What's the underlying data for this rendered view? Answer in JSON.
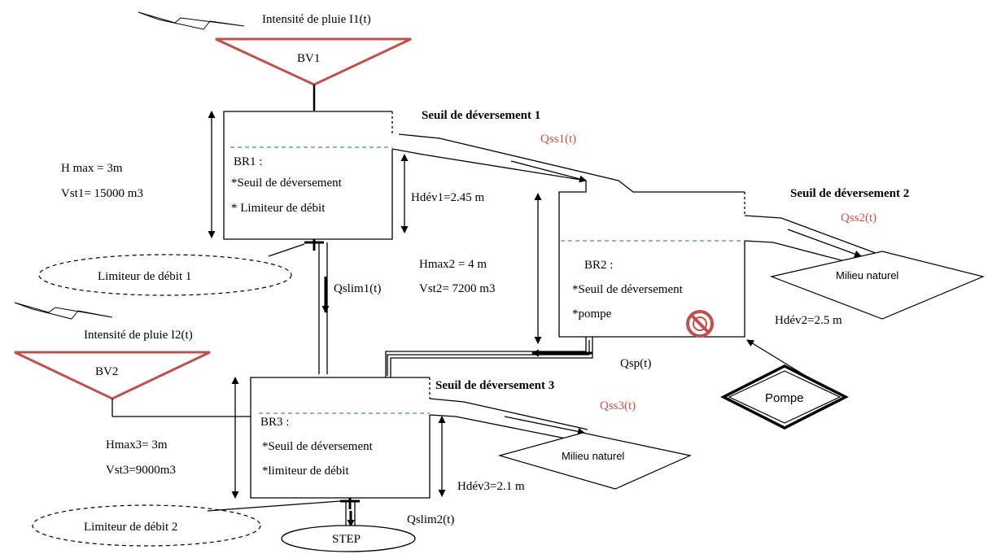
{
  "rain1": "Intensité de pluie I1(t)",
  "rain2": "Intensité de pluie I2(t)",
  "bv1": "BV1",
  "bv2": "BV2",
  "br1": {
    "title": "BR1 :",
    "line1": "*Seuil de déversement",
    "line2": "* Limiteur de débit",
    "hmax": "H max = 3m",
    "vst": "Vst1= 15000 m3",
    "hdev": "Hdév1=2.45 m"
  },
  "br2": {
    "title": "BR2 :",
    "line1": "*Seuil de déversement",
    "line2": "*pompe",
    "hmax": "Hmax2 = 4 m",
    "vst": "Vst2= 7200 m3",
    "hdev": "Hdév2=2.5 m"
  },
  "br3": {
    "title": "BR3 :",
    "line1": "*Seuil de déversement",
    "line2": "*limiteur de débit",
    "hmax": "Hmax3= 3m",
    "vst": "Vst3=9000m3",
    "hdev": "Hdév3=2.1 m"
  },
  "seuil1": "Seuil de déversement 1",
  "seuil2": "Seuil de déversement 2",
  "seuil3": "Seuil de déversement 3",
  "qss1": "Qss1(t)",
  "qss2": "Qss2(t)",
  "qss3": "Qss3(t)",
  "qslim1": "Qslim1(t)",
  "qslim2": "Qslim2(t)",
  "qsp": "Qsp(t)",
  "limiteur1": "Limiteur de débit 1",
  "limiteur2": "Limiteur de débit 2",
  "milieu1": "Milieu naturel",
  "milieu2": "Milieu naturel",
  "pompe": "Pompe",
  "step": "STEP",
  "colors": {
    "triangle": "#c0504d",
    "water_level": "#4f81bd",
    "flow_label": "#c0504d"
  },
  "icons": {
    "lightning": "lightning-bolt-icon",
    "pump_status": "prohibited-icon"
  }
}
